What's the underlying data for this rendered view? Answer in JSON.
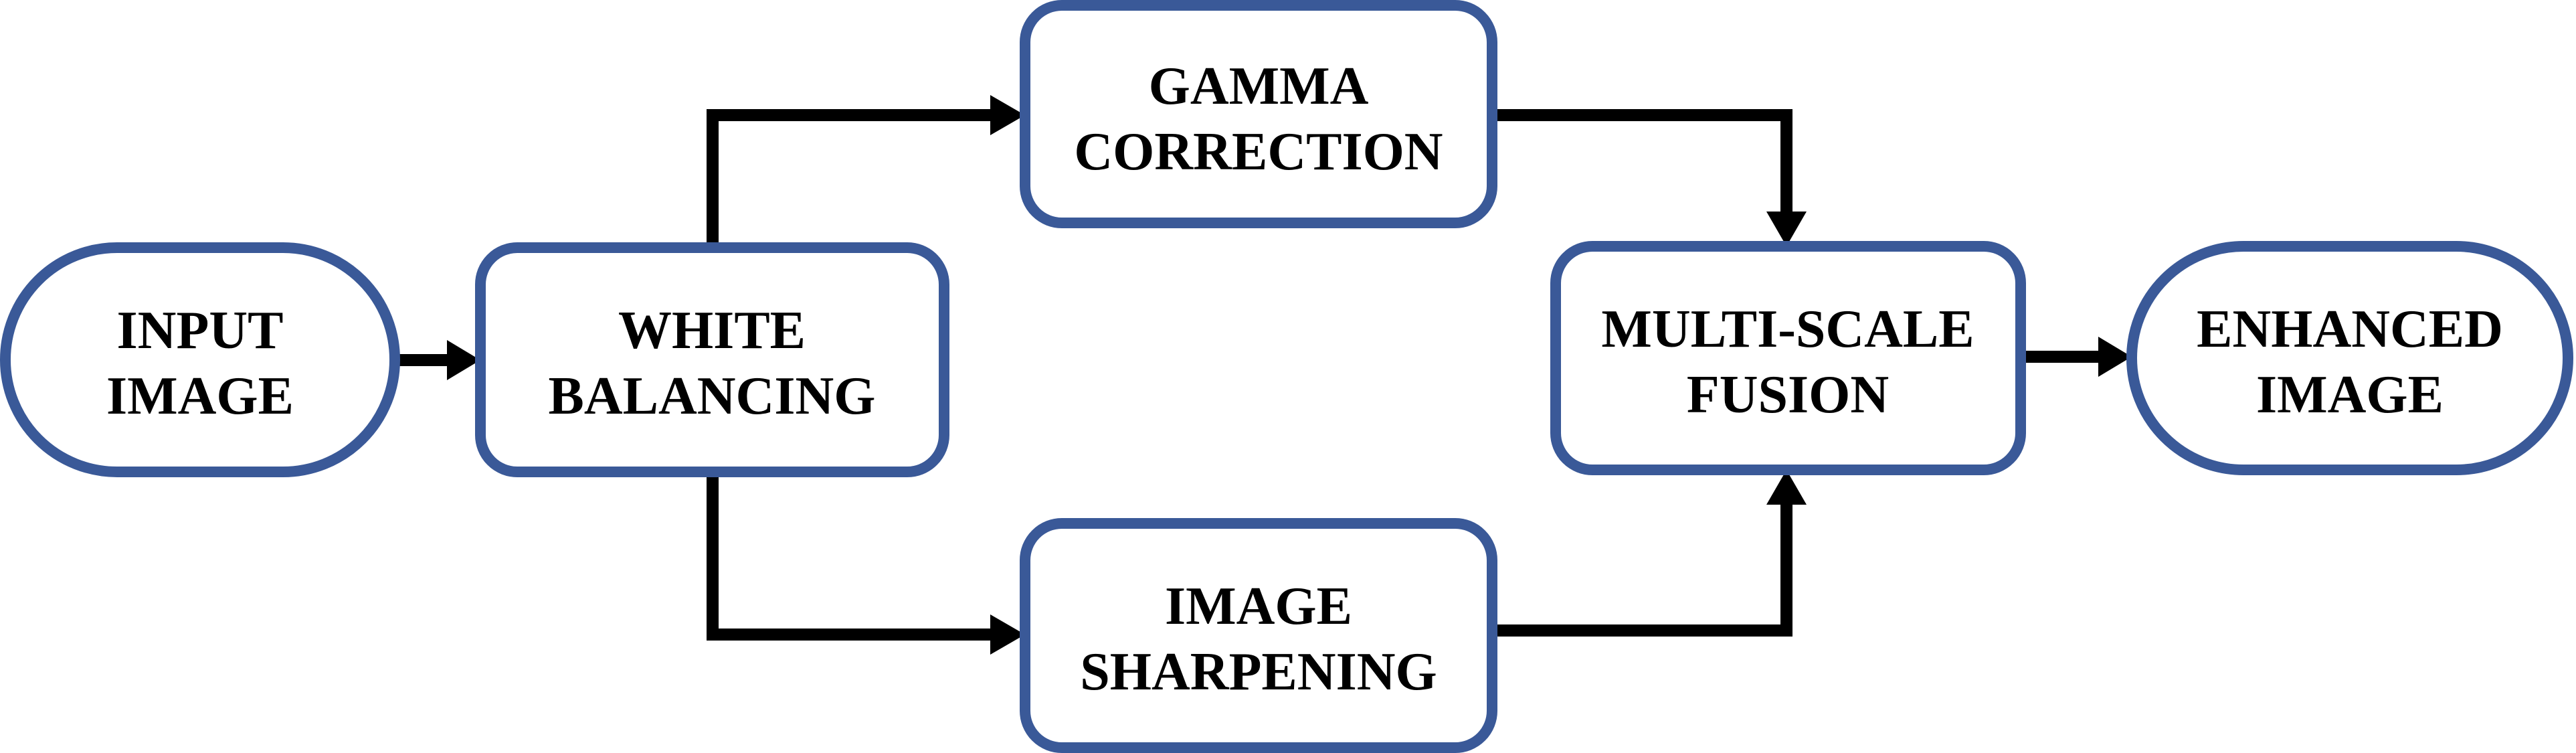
{
  "diagram": {
    "type": "flowchart",
    "colors": {
      "node_border": "#3A5998",
      "node_fill": "#ffffff",
      "text": "#000000",
      "arrow": "#000000",
      "background": "#ffffff"
    },
    "nodes": [
      {
        "id": "input",
        "shape": "stadium",
        "lines": [
          "INPUT",
          "IMAGE"
        ]
      },
      {
        "id": "white_balancing",
        "shape": "rounded-rect",
        "lines": [
          "WHITE",
          "BALANCING"
        ]
      },
      {
        "id": "gamma_correction",
        "shape": "rounded-rect",
        "lines": [
          "GAMMA",
          "CORRECTION"
        ]
      },
      {
        "id": "image_sharpening",
        "shape": "rounded-rect",
        "lines": [
          "IMAGE",
          "SHARPENING"
        ]
      },
      {
        "id": "multi_scale_fusion",
        "shape": "rounded-rect",
        "lines": [
          "MULTI-SCALE",
          "FUSION"
        ]
      },
      {
        "id": "enhanced",
        "shape": "stadium",
        "lines": [
          "ENHANCED",
          "IMAGE"
        ]
      }
    ],
    "edges": [
      {
        "from": "input",
        "to": "white_balancing"
      },
      {
        "from": "white_balancing",
        "to": "gamma_correction"
      },
      {
        "from": "white_balancing",
        "to": "image_sharpening"
      },
      {
        "from": "gamma_correction",
        "to": "multi_scale_fusion"
      },
      {
        "from": "image_sharpening",
        "to": "multi_scale_fusion"
      },
      {
        "from": "multi_scale_fusion",
        "to": "enhanced"
      }
    ]
  }
}
